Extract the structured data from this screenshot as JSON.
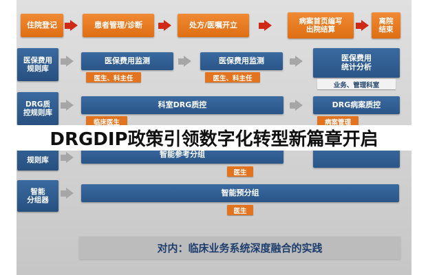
{
  "headline": "DRGDIP政策引领数字化转型新篇章开启",
  "footer": "对内：临床业务系统深度融合的实践",
  "colors": {
    "orange": "#de6e14",
    "blue": "#2e5c94",
    "red_arrow": "#cf2a16",
    "gray_arrow": "#a6a6a6",
    "footer_text": "#1d3e6d"
  },
  "top_flow": {
    "node1": "住院登记",
    "node2": "患者管理/诊断",
    "node3": "处方/医嘱开立",
    "node4_line1": "病案首页编写",
    "node4_line2": "出院结算",
    "node5_line1": "离院",
    "node5_line2": "结束"
  },
  "row_insurance": {
    "source_line1": "医保费用",
    "source_line2": "规则库",
    "monitor1": "医保费用监测",
    "monitor1_tag": "医生、科主任",
    "monitor2": "医保费用监测",
    "monitor2_tag": "医生、科主任",
    "stats_line1": "医保费用",
    "stats_line2": "统计分析",
    "stats_tag": "业务、管理科室"
  },
  "row_drg": {
    "source_line1": "DRG质",
    "source_line2": "控规则库",
    "dept_qc": "科室DRG质控",
    "dept_qc_tag": "临床医生",
    "record_qc": "DRG病案质控",
    "record_qc_tag": "病案管理"
  },
  "row_reference": {
    "source": "规则库",
    "group": "智能参考分组",
    "group_tag": "医生"
  },
  "row_pregroup": {
    "source_line1": "智能",
    "source_line2": "分组器",
    "pregroup": "智能预分组",
    "pregroup_tag": "医生"
  }
}
